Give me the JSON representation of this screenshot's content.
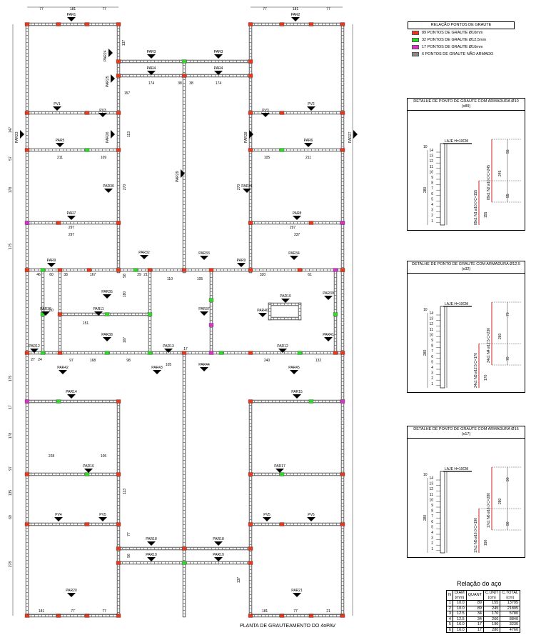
{
  "legend": {
    "title": "RELAÇÃO PONTOS DE GRAUTE",
    "items": [
      {
        "label": "89 PONTOS DE GRAUTE Ø10mm",
        "color": "#e8391e"
      },
      {
        "label": "32 PONTOS DE GRAUTE Ø12,5mm",
        "color": "#33d92a"
      },
      {
        "label": "17 PONTOS DE GRAUTE Ø16mm",
        "color": "#d633c8"
      },
      {
        "label": "6 PONTOS DE GRAUTE NÃO ARMADO",
        "color": "#8a8a8a"
      }
    ]
  },
  "details": [
    {
      "title": "DETALHE DE PONTO DE GRAUTE COM ARMADURA Ø10 (x89)",
      "laje": "LAJE H=10CM",
      "height": "280",
      "courses": [
        "14",
        "13",
        "12",
        "11",
        "10",
        "9",
        "8",
        "7",
        "6",
        "5",
        "4",
        "3",
        "2",
        "1"
      ],
      "bar_upper": "89x1 N2 ø10.0  C=245",
      "bar_lower": "89x1 N1 ø10.0  C=155",
      "dims": [
        "10",
        "55",
        "245",
        "55",
        "155"
      ]
    },
    {
      "title": "DETALHE DE PONTO DE GRAUTE COM ARMADURA Ø12.5 (x32)",
      "laje": "LAJE H=10CM",
      "height": "280",
      "courses": [
        "14",
        "13",
        "12",
        "11",
        "10",
        "9",
        "8",
        "7",
        "6",
        "5",
        "4",
        "3",
        "2",
        "1"
      ],
      "bar_upper": "34x1 N4 ø12.5  C=230",
      "bar_lower": "34x1 N3 ø12.5  C=170",
      "dims": [
        "10",
        "70",
        "260",
        "70",
        "170"
      ]
    },
    {
      "title": "DETALHE DE PONTO DE GRAUTE COM ARMADURA Ø16 (x17)",
      "laje": "LAJE H=10CM",
      "height": "280",
      "courses": [
        "14",
        "13",
        "12",
        "11",
        "10",
        "9",
        "8",
        "7",
        "6",
        "5",
        "4",
        "3",
        "2",
        "1"
      ],
      "bar_upper": "17x1 N6 ø16.0  C=280",
      "bar_lower": "17x1 N5 ø16.0  C=190",
      "dims": [
        "10",
        "90",
        "280",
        "90",
        "190"
      ]
    }
  ],
  "steel_table": {
    "title": "Relação do aço",
    "headers": [
      "N",
      "DIAM\n(mm)",
      "QUANT",
      "C.UNIT\n(cm)",
      "C.TOTAL\n(cm)"
    ],
    "rows": [
      [
        "1",
        "10.0",
        "89",
        "155",
        "13795"
      ],
      [
        "2",
        "10.0",
        "89",
        "245",
        "21805"
      ],
      [
        "3",
        "12.5",
        "34",
        "170",
        "5780"
      ],
      [
        "4",
        "12.5",
        "34",
        "260",
        "8840"
      ],
      [
        "5",
        "16.0",
        "17",
        "190",
        "3230"
      ],
      [
        "6",
        "16.0",
        "17",
        "280",
        "4760"
      ]
    ]
  },
  "plan": {
    "title": "PLANTA DE GRAUTEAMENTO DO 4oPAV",
    "wall_labels": [
      "PAR1",
      "PAR2",
      "PAR3",
      "PAR3",
      "PAR4",
      "PAR4",
      "PAR5",
      "PAR6",
      "PAR7",
      "PAR8",
      "PAR9",
      "PAR9",
      "PAR10",
      "PAR11",
      "PAR12",
      "PAR12",
      "PAR13",
      "PAR14",
      "PAR15",
      "PAR16",
      "PAR17",
      "PAR18",
      "PAR18",
      "PAR19",
      "PAR19",
      "PAR20",
      "PAR21",
      "PV1",
      "PV2",
      "PV3",
      "PV3",
      "PV4",
      "PV5",
      "PV5",
      "PV6",
      "PAR23",
      "PAR24",
      "PAR25",
      "PAR26",
      "PAR27",
      "PAR28",
      "PAR29",
      "PAR30",
      "PAR31",
      "PAR32",
      "PAR33",
      "PAR34",
      "PAR35",
      "PAR36",
      "PAR37",
      "PAR38",
      "PAR39",
      "PAR40",
      "PAR41",
      "PAR42",
      "PAR43",
      "PAR44",
      "PAR45"
    ],
    "dims": [
      "77",
      "181",
      "77",
      "77",
      "181",
      "77",
      "297",
      "337",
      "137",
      "157",
      "174",
      "38",
      "38",
      "174",
      "147",
      "57",
      "178",
      "175",
      "211",
      "109",
      "105",
      "211",
      "113",
      "270",
      "270",
      "297",
      "297",
      "46",
      "60",
      "38",
      "167",
      "58",
      "29",
      "21",
      "110",
      "105",
      "320",
      "61",
      "60",
      "151",
      "180",
      "107",
      "97",
      "168",
      "98",
      "17",
      "105",
      "240",
      "132",
      "175",
      "17",
      "178",
      "228",
      "105",
      "97",
      "135",
      "113",
      "69",
      "278",
      "56",
      "137",
      "77",
      "181",
      "77",
      "77",
      "181",
      "77",
      "21",
      "27",
      "24"
    ]
  }
}
